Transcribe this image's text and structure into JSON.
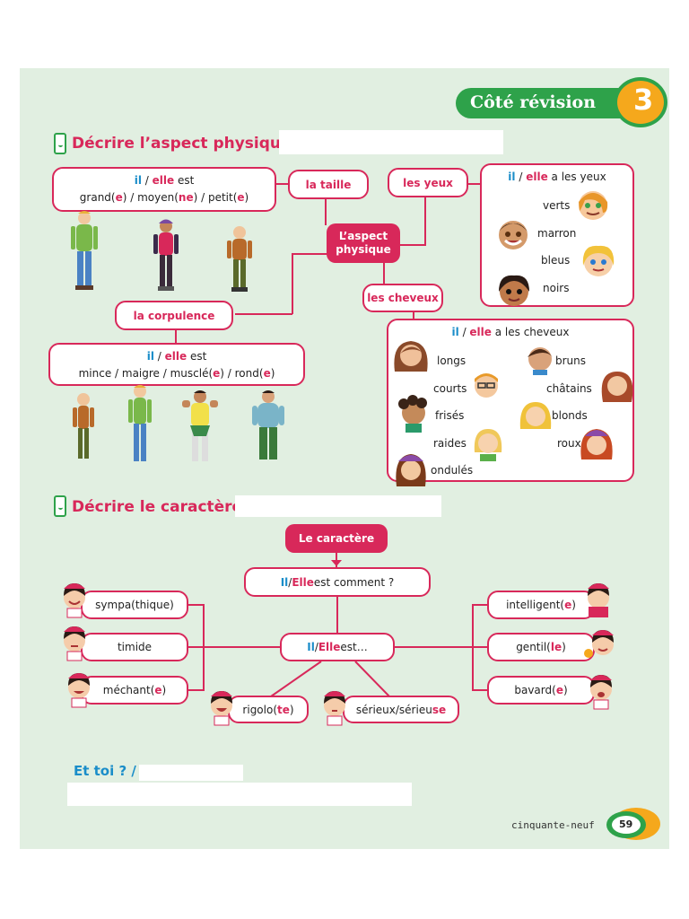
{
  "header": {
    "badge_label": "Côté révision",
    "badge_number": "3"
  },
  "section1": {
    "title": "Décrire l’aspect physique",
    "center": "L’aspect physique",
    "taille_label": "la taille",
    "yeux_label": "les yeux",
    "cheveux_label": "les cheveux",
    "corpulence_label": "la corpulence",
    "taille_box": {
      "il": "il",
      "sep": " / ",
      "elle": "elle",
      "verb": " est",
      "line2": [
        {
          "t": "grand(",
          "c": "n"
        },
        {
          "t": "e",
          "c": "p"
        },
        {
          "t": ") / moyen(",
          "c": "n"
        },
        {
          "t": "ne",
          "c": "p"
        },
        {
          "t": ") / petit(",
          "c": "n"
        },
        {
          "t": "e",
          "c": "p"
        },
        {
          "t": ")",
          "c": "n"
        }
      ]
    },
    "corpulence_box": {
      "il": "il",
      "sep": " / ",
      "elle": "elle",
      "verb": " est",
      "line2": [
        {
          "t": "mince / maigre / musclé(",
          "c": "n"
        },
        {
          "t": "e",
          "c": "p"
        },
        {
          "t": ") / rond(",
          "c": "n"
        },
        {
          "t": "e",
          "c": "p"
        },
        {
          "t": ")",
          "c": "n"
        }
      ]
    },
    "yeux_box": {
      "il": "il",
      "sep": " / ",
      "elle": "elle",
      "verb": " a les yeux",
      "colors": [
        "verts",
        "marron",
        "bleus",
        "noirs"
      ]
    },
    "cheveux_box": {
      "il": "il",
      "sep": " / ",
      "elle": "elle",
      "verb": " a les cheveux",
      "left": [
        "longs",
        "courts",
        "frisés",
        "raides",
        "ondulés"
      ],
      "right": [
        "bruns",
        "châtains",
        "blonds",
        "roux"
      ]
    }
  },
  "section2": {
    "title": "Décrire le caractère",
    "center": "Le caractère",
    "question": {
      "il": "Il",
      "sep": " / ",
      "elle": "Elle",
      "rest": " est comment ?"
    },
    "hub": {
      "il": "Il",
      "sep": " / ",
      "elle": "Elle",
      "rest": " est…"
    },
    "left_traits": [
      {
        "base": "sympa(thique)",
        "suffix": "",
        "end": ""
      },
      {
        "base": "timide",
        "suffix": "",
        "end": ""
      },
      {
        "base": "méchant(",
        "suffix": "e",
        "end": ")"
      }
    ],
    "right_traits": [
      {
        "base": "intelligent(",
        "suffix": "e",
        "end": ")"
      },
      {
        "base": "gentil(",
        "suffix": "le",
        "end": ")"
      },
      {
        "base": "bavard(",
        "suffix": "e",
        "end": ")"
      }
    ],
    "bottom_traits": [
      {
        "base": "rigolo(",
        "suffix": "te",
        "end": ")"
      },
      {
        "base": "sérieux/sérieu",
        "suffix": "se",
        "end": ""
      }
    ]
  },
  "section3": {
    "title": "Et toi ?",
    "slash": "/"
  },
  "footer": {
    "page_word": "cinquante-neuf",
    "page_number": "59"
  },
  "colors": {
    "accent": "#d8285a",
    "green": "#2ea24a",
    "blue": "#1a8dc9",
    "orange": "#f5a81c",
    "background": "#e1efe1"
  }
}
